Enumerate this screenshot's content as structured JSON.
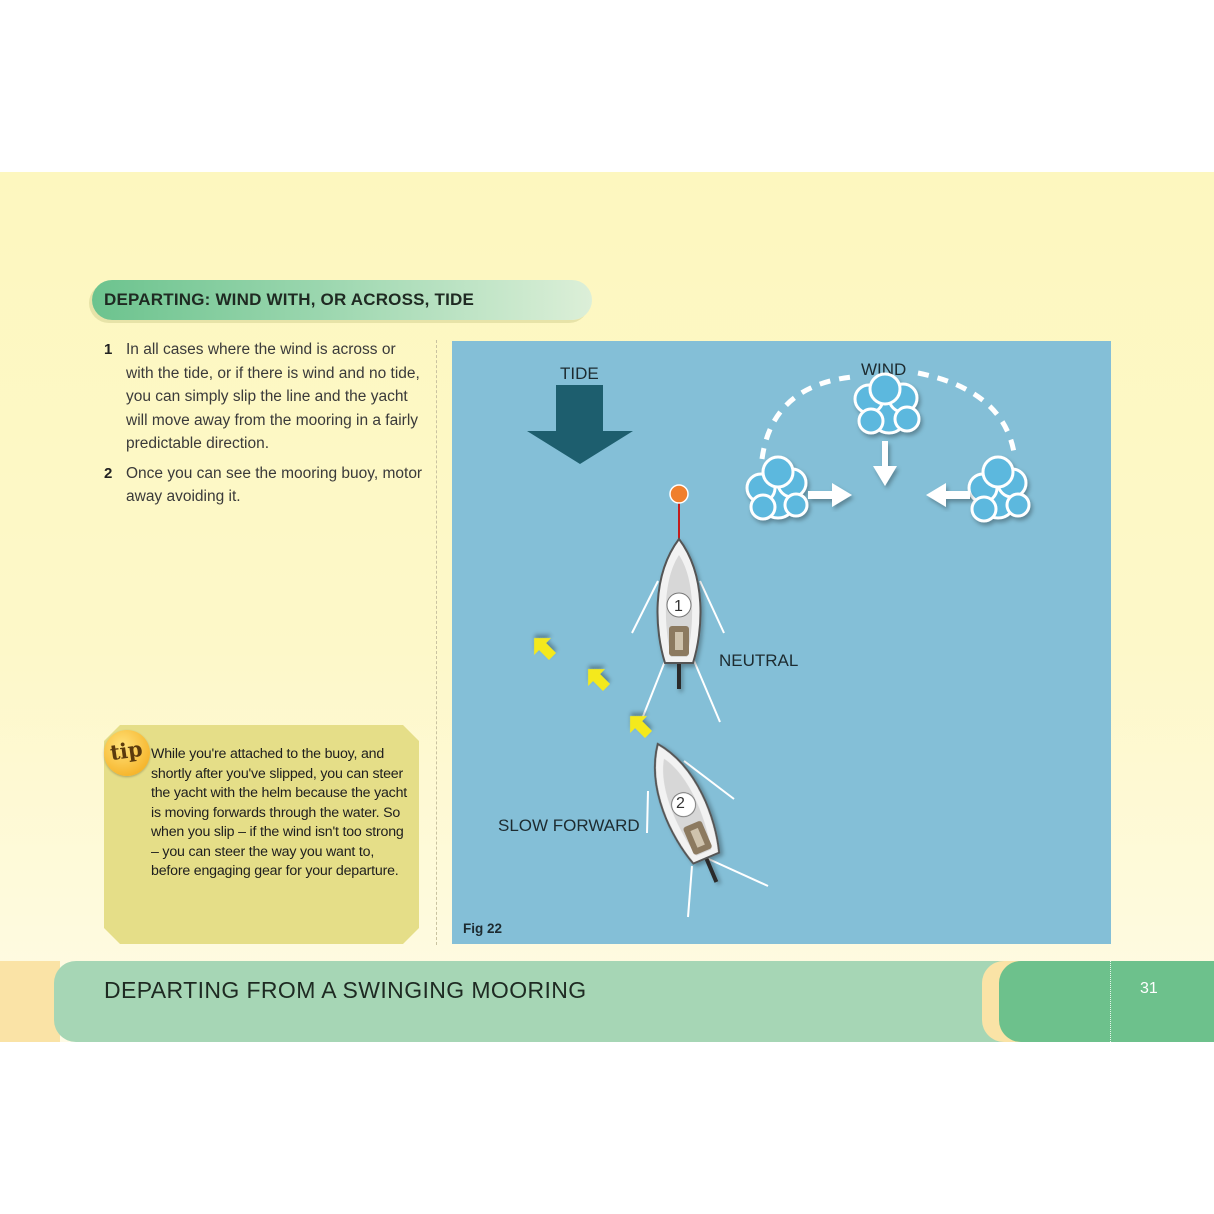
{
  "section_heading": "DEPARTING: WIND WITH, OR ACROSS, TIDE",
  "steps": [
    {
      "number": "1",
      "text": "In all cases where the wind is across or with the tide, or if there is wind and no tide, you can simply slip the line and the yacht will move away from the mooring in a fairly predictable direction."
    },
    {
      "number": "2",
      "text": "Once you can see the mooring buoy, motor away avoiding it."
    }
  ],
  "tip": {
    "badge": "tip",
    "text": "While you're attached to the buoy, and shortly after you've slipped, you can steer the yacht with the helm because the yacht is moving forwards through the water. So when you slip – if the wind isn't too strong – you can steer the way you want to, before engaging gear for your departure."
  },
  "diagram": {
    "tide_label": "TIDE",
    "wind_label": "WIND",
    "neutral_label": "NEUTRAL",
    "slow_forward_label": "SLOW FORWARD",
    "boat_1": "1",
    "boat_2": "2",
    "fig_label": "Fig 22",
    "colors": {
      "water": "#84bfd7",
      "tide_arrow": "#1d5e6e",
      "buoy": "#f07f2c",
      "motion_arrow": "#f4e91e",
      "cloud": "#5cb8de"
    }
  },
  "footer": {
    "title": "DEPARTING FROM A SWINGING MOORING",
    "page_number": "31"
  }
}
